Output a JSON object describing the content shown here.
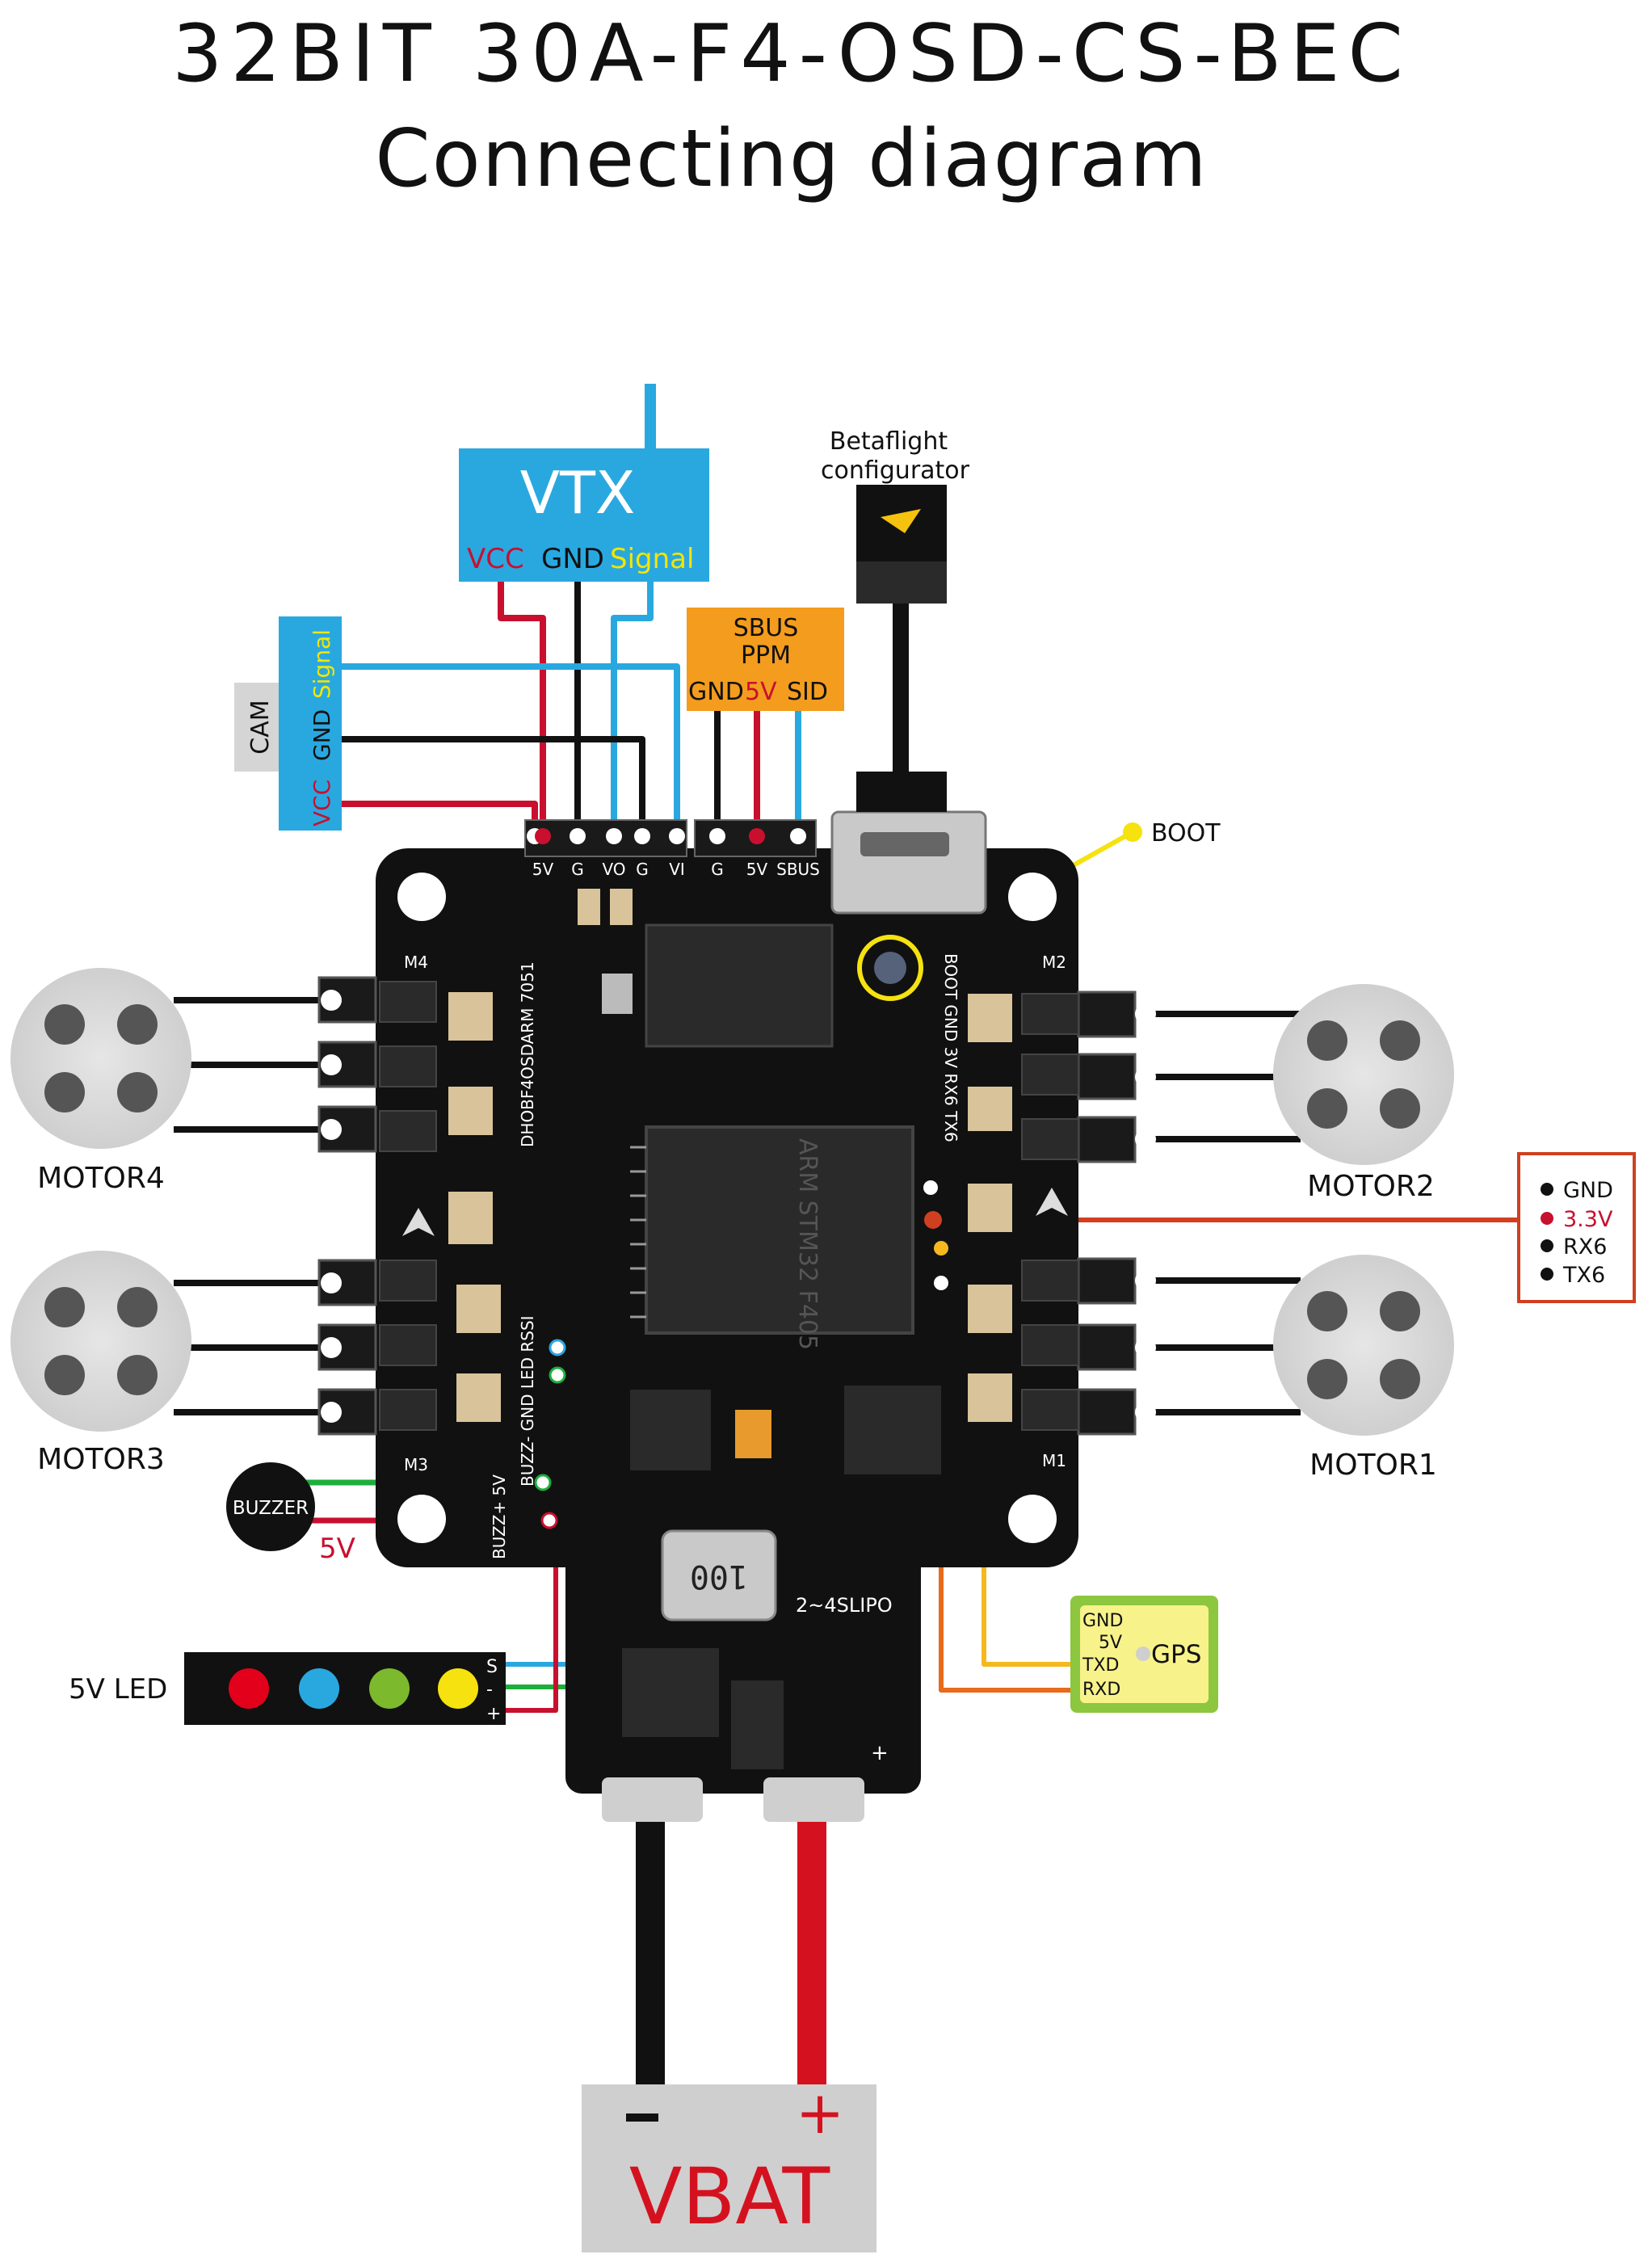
{
  "title": {
    "line1": "32BIT 30A-F4-OSD-CS-BEC",
    "line2": "Connecting diagram"
  },
  "vtx": {
    "label": "VTX",
    "pins": [
      "VCC",
      "GND",
      "Signal"
    ],
    "colors": {
      "box": "#29a8e0",
      "vcc": "#c8102e",
      "gnd": "#111111",
      "signal": "#f2e600"
    }
  },
  "configurator": {
    "line1": "Betaflight",
    "line2": "configurator"
  },
  "sbus": {
    "line1": "SBUS",
    "line2": "PPM",
    "pins": [
      "GND",
      "5V",
      "SID"
    ],
    "color": "#f39c1e"
  },
  "cam": {
    "label": "CAM",
    "pins": [
      "VCC",
      "GND",
      "Signal"
    ]
  },
  "board": {
    "top_pads": [
      "5V",
      "G",
      "VO",
      "G",
      "VI",
      "G",
      "5V",
      "SBUS"
    ],
    "mcu_text": "ARM STM32 F405",
    "chip_text": "DHOBF4OSDARM 7051",
    "inductor_text": "100",
    "lipo_text": "2~4SLIPO",
    "side_right_text": "BOOT GND 3V RX6 TX6",
    "side_left_text": "BUZZ- GND LED RSSI",
    "buzz_text": "BUZZ+ 5V",
    "m4": "M4",
    "m2": "M2",
    "m3": "M3",
    "m1": "M1"
  },
  "boot": {
    "label": "BOOT",
    "color": "#f5e20f"
  },
  "motors": [
    "MOTOR4",
    "MOTOR3",
    "MOTOR2",
    "MOTOR1"
  ],
  "uart6": {
    "pins": [
      "GND",
      "3.3V",
      "RX6",
      "TX6"
    ],
    "color": "#d04020"
  },
  "buzzer": {
    "label": "BUZZER",
    "volt": "5V"
  },
  "led": {
    "label": "5V LED",
    "pins": [
      "S",
      "-",
      "+"
    ],
    "dots": [
      "#e2001a",
      "#29a8e0",
      "#7cb92c",
      "#f5e20f"
    ]
  },
  "gps": {
    "label": "GPS",
    "pins": [
      "GND",
      "5V",
      "TXD",
      "RXD"
    ],
    "color": "#8dc63f"
  },
  "vbat": {
    "label": "VBAT",
    "minus": "-",
    "plus": "+"
  }
}
